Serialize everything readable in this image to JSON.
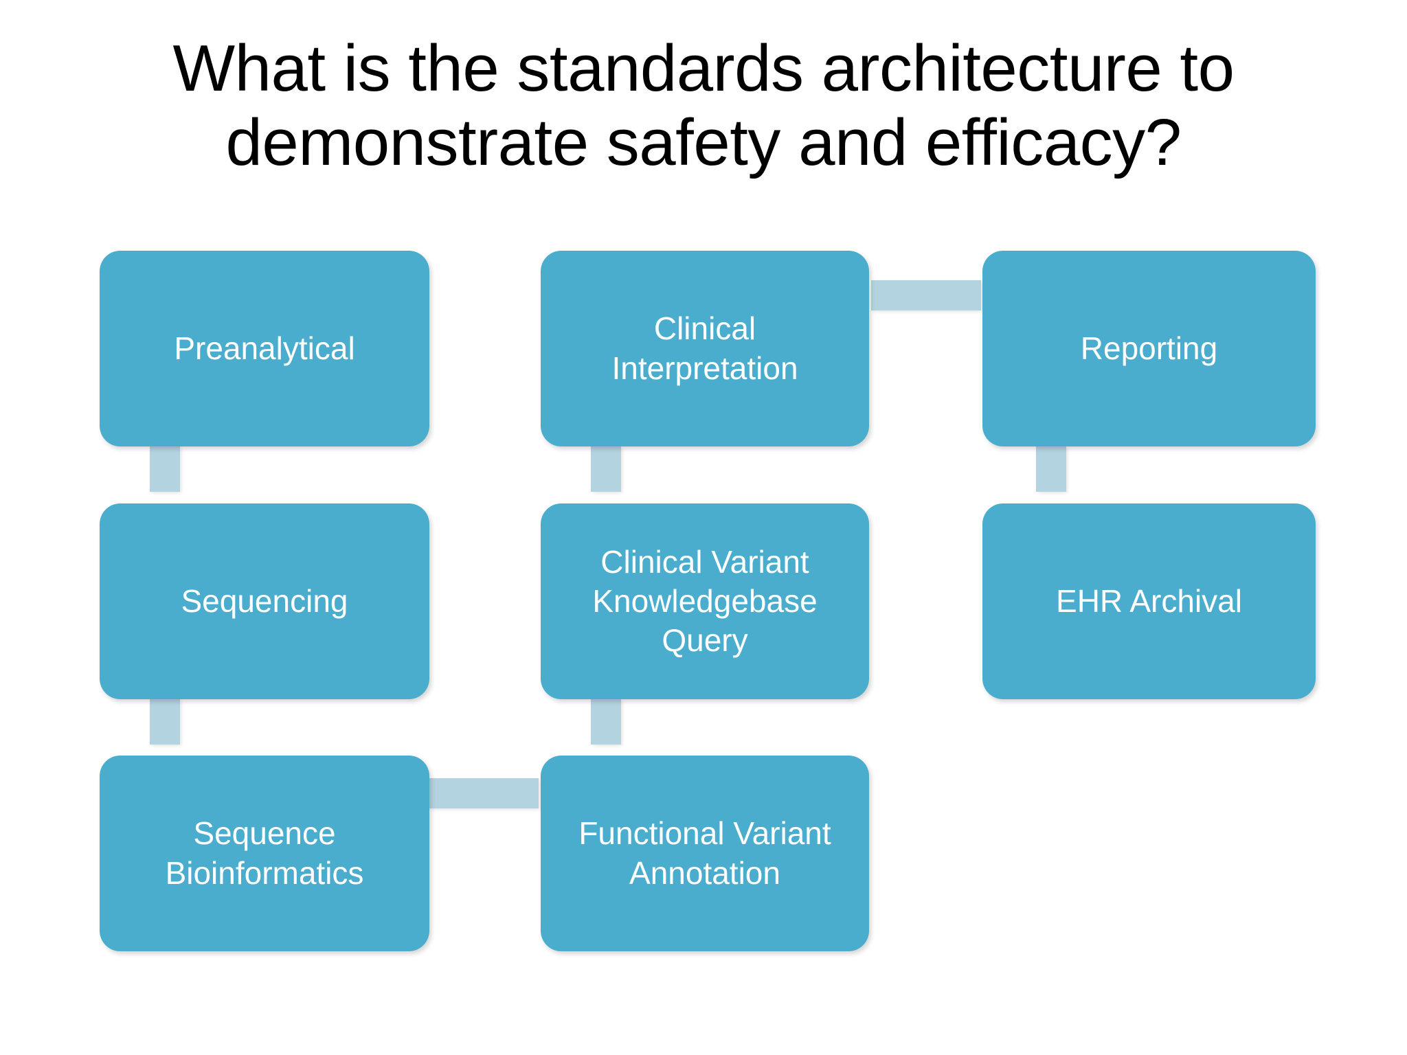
{
  "slide": {
    "title_lines": [
      "What is the standards architecture to",
      "demonstrate safety and efficacy?"
    ],
    "title_full": "What is the standards architecture to demonstrate safety and efficacy?",
    "background_color": "#FFFFFF",
    "title_color": "#000000"
  },
  "theme": {
    "node_fill": "#4BADCE",
    "node_text_color": "#FFFFFF",
    "connector_fill": "#B4D3E1"
  },
  "diagram": {
    "type": "process-flow",
    "nodes": [
      {
        "id": "preanalytical",
        "label": "Preanalytical",
        "lines": [
          "Preanalytical"
        ],
        "column": 1,
        "row": 1
      },
      {
        "id": "sequencing",
        "label": "Sequencing",
        "lines": [
          "Sequencing"
        ],
        "column": 1,
        "row": 2
      },
      {
        "id": "sequence-bioinformatics",
        "label": "Sequence Bioinformatics",
        "lines": [
          "Sequence",
          "Bioinformatics"
        ],
        "column": 1,
        "row": 3
      },
      {
        "id": "clinical-interpretation",
        "label": "Clinical Interpretation",
        "lines": [
          "Clinical",
          "Interpretation"
        ],
        "column": 2,
        "row": 1
      },
      {
        "id": "clinical-variant-knowledgebase-query",
        "label": "Clinical Variant Knowledgebase Query",
        "lines": [
          "Clinical Variant",
          "Knowledgebase",
          "Query"
        ],
        "column": 2,
        "row": 2
      },
      {
        "id": "functional-variant-annotation",
        "label": "Functional Variant Annotation",
        "lines": [
          "Functional Variant",
          "Annotation"
        ],
        "column": 2,
        "row": 3
      },
      {
        "id": "reporting",
        "label": "Reporting",
        "lines": [
          "Reporting"
        ],
        "column": 3,
        "row": 1
      },
      {
        "id": "ehr-archival",
        "label": "EHR Archival",
        "lines": [
          "EHR Archival"
        ],
        "column": 3,
        "row": 2
      }
    ],
    "connectors": [
      {
        "id": "preanalytical-to-sequencing",
        "from": "preanalytical",
        "to": "sequencing",
        "orientation": "vertical"
      },
      {
        "id": "sequencing-to-sequence-bioinformatics",
        "from": "sequencing",
        "to": "sequence-bioinformatics",
        "orientation": "vertical"
      },
      {
        "id": "sequence-bioinformatics-to-functional-variant-annotation",
        "from": "sequence-bioinformatics",
        "to": "functional-variant-annotation",
        "orientation": "horizontal"
      },
      {
        "id": "functional-variant-annotation-to-clinical-variant-knowledgebase-query",
        "from": "functional-variant-annotation",
        "to": "clinical-variant-knowledgebase-query",
        "orientation": "vertical"
      },
      {
        "id": "clinical-variant-knowledgebase-query-to-clinical-interpretation",
        "from": "clinical-variant-knowledgebase-query",
        "to": "clinical-interpretation",
        "orientation": "vertical"
      },
      {
        "id": "clinical-interpretation-to-reporting",
        "from": "clinical-interpretation",
        "to": "reporting",
        "orientation": "horizontal"
      },
      {
        "id": "reporting-to-ehr-archival",
        "from": "reporting",
        "to": "ehr-archival",
        "orientation": "vertical"
      }
    ]
  }
}
